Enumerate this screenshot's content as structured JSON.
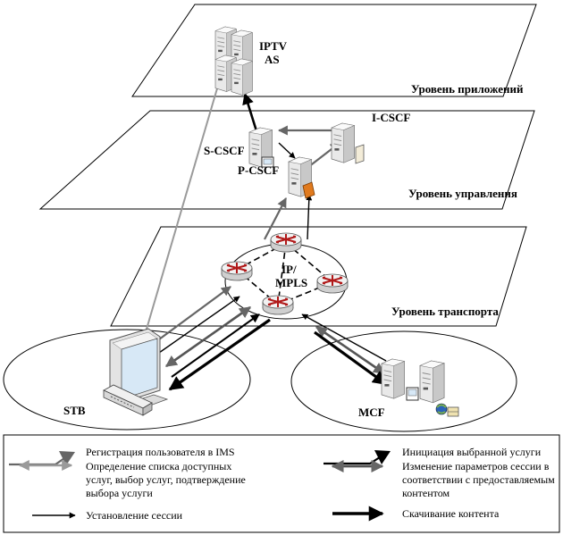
{
  "levels": {
    "app": "Уровень приложений",
    "control": "Уровень управления",
    "transport": "Уровень транспорта"
  },
  "nodes": {
    "iptv_line1": "IPTV",
    "iptv_line2": "AS",
    "icscf": "I-CSCF",
    "scscf": "S-CSCF",
    "pcscf": "P-CSCF",
    "ipmpls_line1": "IP/",
    "ipmpls_line2": "MPLS",
    "stb": "STB",
    "mcf": "MCF"
  },
  "legend": {
    "registration": "Регистрация пользователя в IMS",
    "services_line1": "Определение списка доступных",
    "services_line2": "услуг, выбор услуг, подтверждение",
    "services_line3": "выбора услуги",
    "session_setup": "Установление сессии",
    "initiation": "Инициация выбранной услуги",
    "change_line1": "Изменение параметров сессии в",
    "change_line2": "соответствии с предоставляемым",
    "change_line3": "контентом",
    "download": "Скачивание контента"
  },
  "colors": {
    "line_dark": "#000000",
    "line_gray": "#666666",
    "line_light": "#9a9a9a",
    "router": "#b01818",
    "screen": "#d7e8f6",
    "accent_orange": "#e07a1e"
  }
}
